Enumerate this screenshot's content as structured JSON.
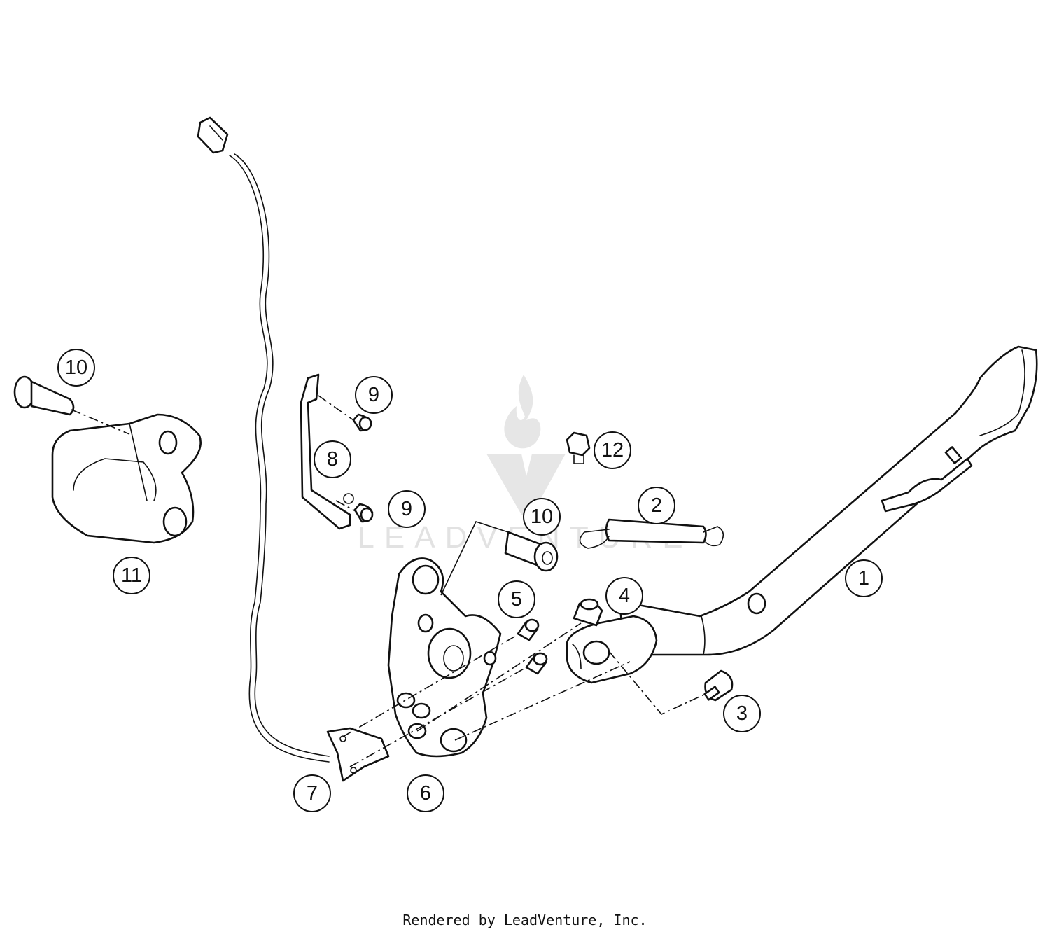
{
  "diagram": {
    "watermark_text": "LEADVENTURE",
    "callouts": [
      {
        "id": "c1",
        "label": "1"
      },
      {
        "id": "c2",
        "label": "2"
      },
      {
        "id": "c3",
        "label": "3"
      },
      {
        "id": "c4",
        "label": "4"
      },
      {
        "id": "c5",
        "label": "5"
      },
      {
        "id": "c6",
        "label": "6"
      },
      {
        "id": "c7",
        "label": "7"
      },
      {
        "id": "c8",
        "label": "8"
      },
      {
        "id": "c9a",
        "label": "9"
      },
      {
        "id": "c9b",
        "label": "9"
      },
      {
        "id": "c10a",
        "label": "10"
      },
      {
        "id": "c10b",
        "label": "10"
      },
      {
        "id": "c11",
        "label": "11"
      },
      {
        "id": "c12",
        "label": "12"
      }
    ]
  },
  "footer": {
    "text": "Rendered by LeadVenture, Inc."
  }
}
